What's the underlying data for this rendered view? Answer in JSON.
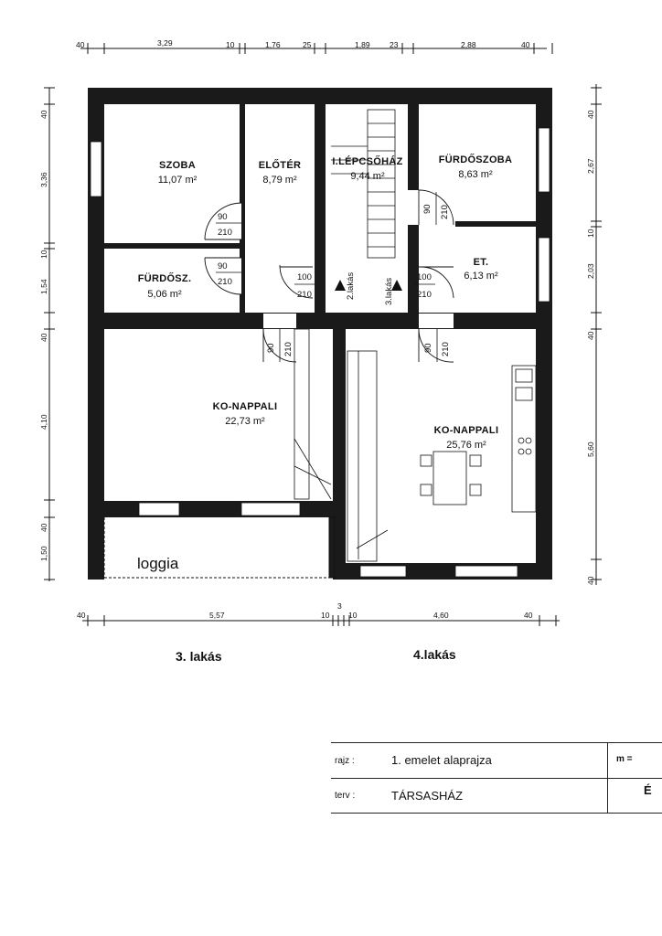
{
  "rooms": {
    "szoba": {
      "name": "SZOBA",
      "area": "11,07 m²"
    },
    "eloter": {
      "name": "ELŐTÉR",
      "area": "8,79 m²"
    },
    "lepcsohaz": {
      "name": "I.LÉPCSŐHÁZ",
      "area": "9,44 m²"
    },
    "furdoszoba": {
      "name": "FÜRDŐSZOBA",
      "area": "8,63 m²"
    },
    "furdosz": {
      "name": "FÜRDŐSZ.",
      "area": "5,06 m²"
    },
    "et": {
      "name": "ET.",
      "area": "6,13 m²"
    },
    "konappali3": {
      "name": "KO-NAPPALI",
      "area": "22,73 m²"
    },
    "konappali4": {
      "name": "KO-NAPPALI",
      "area": "25,76 m²"
    },
    "loggia": {
      "name": "loggia"
    }
  },
  "doors": {
    "d1": {
      "w": "90",
      "h": "210"
    },
    "d2": {
      "w": "90",
      "h": "210"
    },
    "d3": {
      "w": "100",
      "h": "210"
    },
    "d4": {
      "w": "100",
      "h": "210"
    },
    "d5": {
      "w": "90",
      "h": "210"
    },
    "d6": {
      "w": "90",
      "h": "210"
    },
    "d7": {
      "w": "90",
      "h": "210"
    }
  },
  "stair_labels": {
    "left": "2.lakás",
    "right": "3.lakás"
  },
  "dims_top": [
    "40",
    "3,29",
    "10",
    "1,76",
    "25",
    "1,89",
    "23",
    "2,88",
    "40"
  ],
  "dims_bottom": [
    "40",
    "5,57",
    "10",
    "3",
    "10",
    "4,60",
    "40"
  ],
  "dims_left": [
    "40",
    "3,36",
    "10",
    "1,54",
    "40",
    "4,10",
    "40",
    "1,50"
  ],
  "dims_right": [
    "40",
    "2,67",
    "10",
    "2,03",
    "40",
    "5,60",
    "40"
  ],
  "captions": {
    "apt3": "3. lakás",
    "apt4": "4.lakás"
  },
  "title_block": {
    "rajz_label": "rajz :",
    "rajz_value": "1. emelet alaprajza",
    "m_label": "m =",
    "terv_label": "terv :",
    "terv_value": "TÁRSASHÁZ",
    "corner": "É"
  }
}
